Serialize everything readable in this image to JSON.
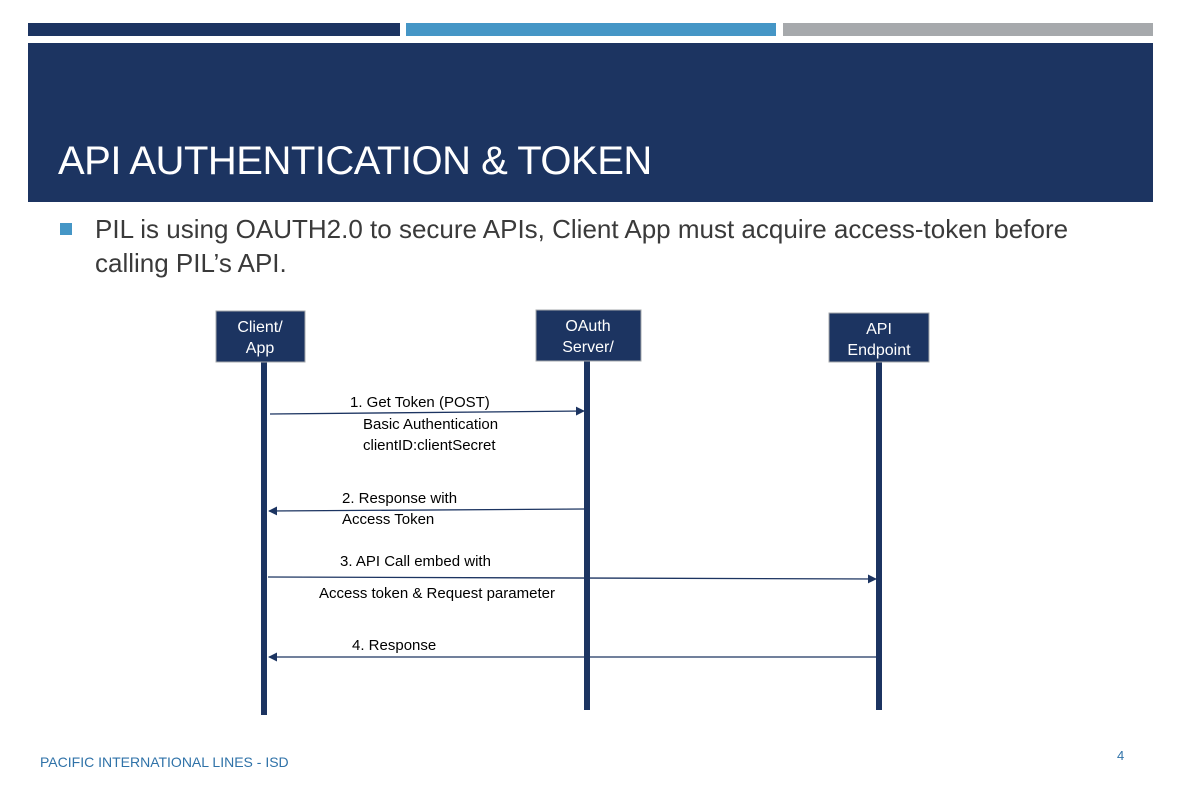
{
  "slide": {
    "title": "API AUTHENTICATION & TOKEN",
    "bullet": "PIL is using OAUTH2.0 to secure APIs, Client App must acquire access-token before calling PIL’s API.",
    "footer": "PACIFIC INTERNATIONAL LINES - ISD",
    "page_number": "4"
  },
  "colors": {
    "navy": "#1c3461",
    "blue": "#4596c6",
    "gray": "#a6a9ac"
  },
  "diagram": {
    "participants": [
      {
        "line1": "Client/",
        "line2": "App"
      },
      {
        "line1": "OAuth",
        "line2": "Server/"
      },
      {
        "line1": "API",
        "line2": "Endpoint"
      }
    ],
    "messages": [
      {
        "line1": "1. Get Token (POST)",
        "line2": "Basic Authentication",
        "line3": "clientID:clientSecret"
      },
      {
        "line1": "2. Response with",
        "line2": "Access Token"
      },
      {
        "line1": "3. API Call embed with",
        "line2": "Access token & Request parameter"
      },
      {
        "line1": "4. Response"
      }
    ]
  }
}
